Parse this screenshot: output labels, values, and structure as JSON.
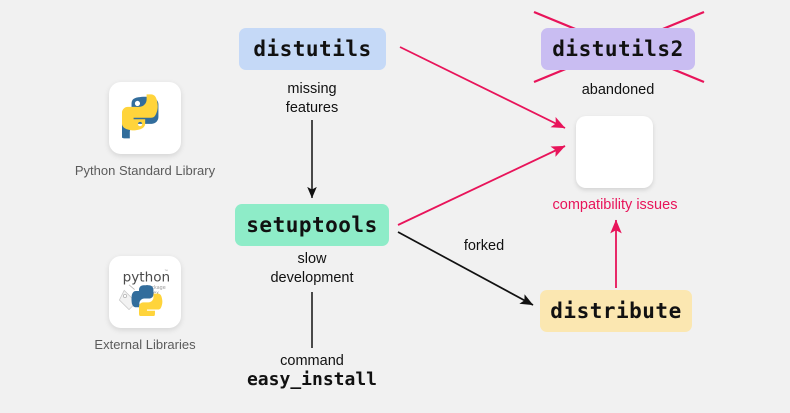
{
  "diagram": {
    "title": "Python packaging history diagram",
    "background_color": "#f1f1f1",
    "nodes": [
      {
        "id": "distutils",
        "label": "distutils",
        "color": "#c5d9f7"
      },
      {
        "id": "distutils2",
        "label": "distutils2",
        "color": "#c9bdf2",
        "struck_out": true
      },
      {
        "id": "setuptools",
        "label": "setuptools",
        "color": "#8eecc8"
      },
      {
        "id": "distribute",
        "label": "distribute",
        "color": "#fbe7b1"
      },
      {
        "id": "blank",
        "label": "",
        "color": "#ffffff"
      }
    ],
    "side_icons": [
      {
        "id": "python-standard-library",
        "icon": "python-logo-icon",
        "caption": "Python Standard Library"
      },
      {
        "id": "external-libraries",
        "icon": "pypi-logo-icon",
        "caption": "External Libraries"
      }
    ],
    "edge_labels": {
      "missing_features": "missing\nfeatures",
      "abandoned": "abandoned",
      "slow_development": "slow\ndevelopment",
      "forked": "forked",
      "command": "command",
      "easy_install": "easy_install",
      "compatibility_issues": "compatibility issues"
    },
    "edges": [
      {
        "from": "distutils",
        "to": "setuptools",
        "color": "#111111",
        "label": "missing features"
      },
      {
        "from": "distutils",
        "to": "blank",
        "color": "#e8145a"
      },
      {
        "from": "setuptools",
        "to": "blank",
        "color": "#e8145a"
      },
      {
        "from": "setuptools",
        "to": "distribute",
        "color": "#111111",
        "label": "forked"
      },
      {
        "from": "setuptools",
        "to": "easy_install",
        "color": "#111111",
        "label": "command"
      },
      {
        "from": "distribute",
        "to": "compatibility_issues",
        "color": "#e8145a"
      },
      {
        "from": "distutils2",
        "to": "abandoned",
        "color": "#e8145a"
      }
    ],
    "colors": {
      "accent_red": "#e8145a",
      "arrow_black": "#111111",
      "caption_gray": "#5b5b5b"
    }
  }
}
